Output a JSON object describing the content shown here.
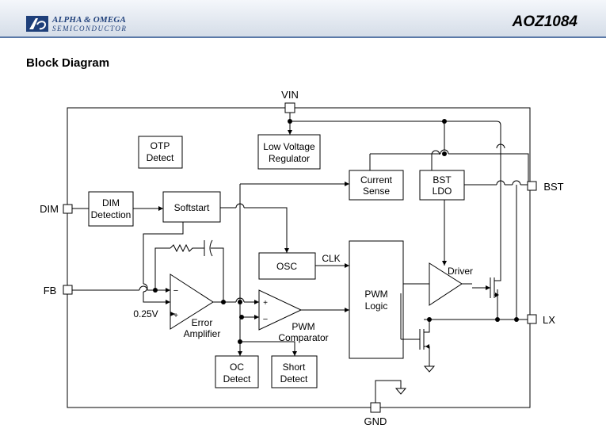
{
  "header": {
    "brand_line1": "ALPHA & OMEGA",
    "brand_line2": "SEMICONDUCTOR",
    "part_number": "AOZ1084"
  },
  "section_title": "Block Diagram",
  "pins": {
    "vin": "VIN",
    "gnd": "GND",
    "dim": "DIM",
    "fb": "FB",
    "bst": "BST",
    "lx": "LX"
  },
  "blocks": {
    "otp": [
      "OTP",
      "Detect"
    ],
    "ldo": [
      "Low Voltage",
      "Regulator"
    ],
    "current_sense": [
      "Current",
      "Sense"
    ],
    "bst_ldo": [
      "BST",
      "LDO"
    ],
    "dim_detection": [
      "DIM",
      "Detection"
    ],
    "softstart": "Softstart",
    "osc": "OSC",
    "pwm_logic": [
      "PWM",
      "Logic"
    ],
    "oc_detect": [
      "OC",
      "Detect"
    ],
    "short_detect": [
      "Short",
      "Detect"
    ]
  },
  "labels": {
    "clk": "CLK",
    "driver": "Driver",
    "ref": "0.25V",
    "error_amp": [
      "Error",
      "Amplifier"
    ],
    "pwm_comp": [
      "PWM",
      "Comparator"
    ],
    "minus": "−",
    "plus": "+"
  }
}
